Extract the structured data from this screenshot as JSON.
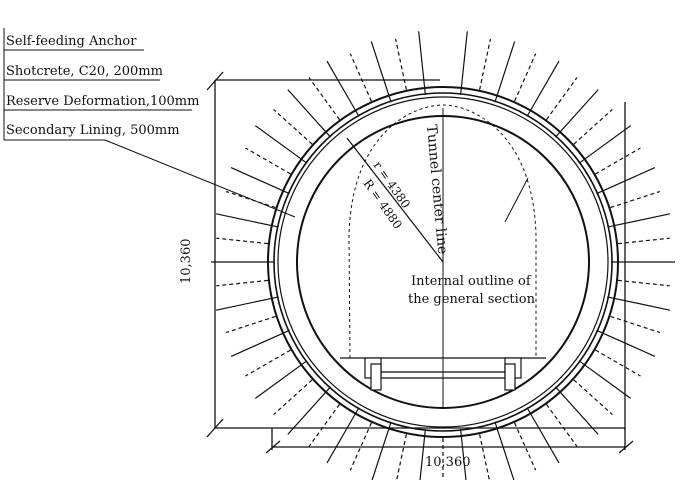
{
  "legend": {
    "items": [
      "Self-feeding Anchor",
      "Shotcrete, C20, 200mm",
      "Reserve Deformation,100mm",
      "Secondary Lining, 500mm"
    ]
  },
  "dimensions": {
    "height_label": "10,360",
    "width_label": "10,360"
  },
  "annotations": {
    "inner_radius": "r = 4380",
    "outer_radius": "R = 4880",
    "center_line": "Tunnel center line",
    "outline_line1": "Internal outline of",
    "outline_line2": "the general section"
  },
  "colors": {
    "ink": "#111111",
    "background": "#ffffff"
  }
}
